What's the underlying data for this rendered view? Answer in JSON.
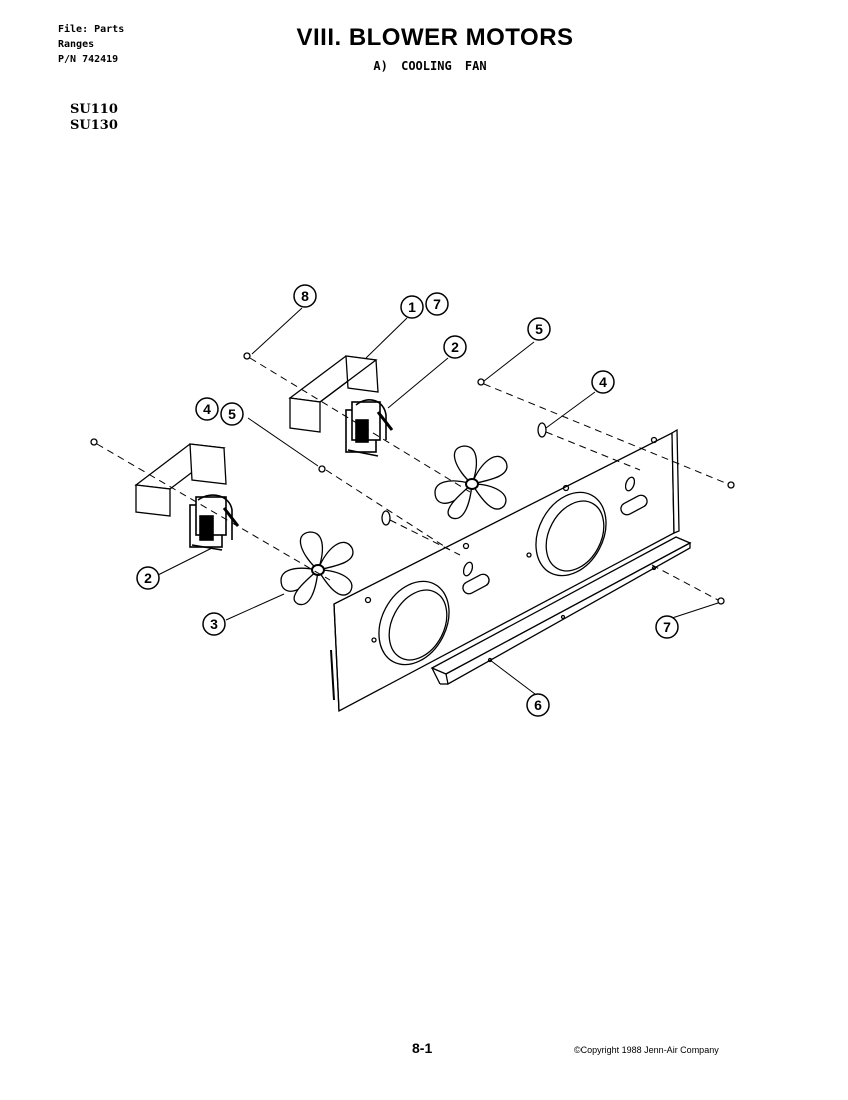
{
  "header": {
    "file_line1": "File: Parts",
    "file_line2": "Ranges",
    "file_line3": "P/N 742419",
    "model1": "SU110",
    "model2": "SU130",
    "title": "VIII.  BLOWER MOTORS",
    "subtitle": "A)  COOLING FAN"
  },
  "callouts": {
    "c8_top": "8",
    "c1": "1",
    "c7_top": "7",
    "c2_upper": "2",
    "c5_right": "5",
    "c4_right": "4",
    "c4_left": "4",
    "c5_left": "5",
    "c2_lower": "2",
    "c3": "3",
    "c7_bottom": "7",
    "c6": "6"
  },
  "footer": {
    "page": "8-1",
    "copyright": "©Copyright 1988 Jenn-Air Company"
  }
}
